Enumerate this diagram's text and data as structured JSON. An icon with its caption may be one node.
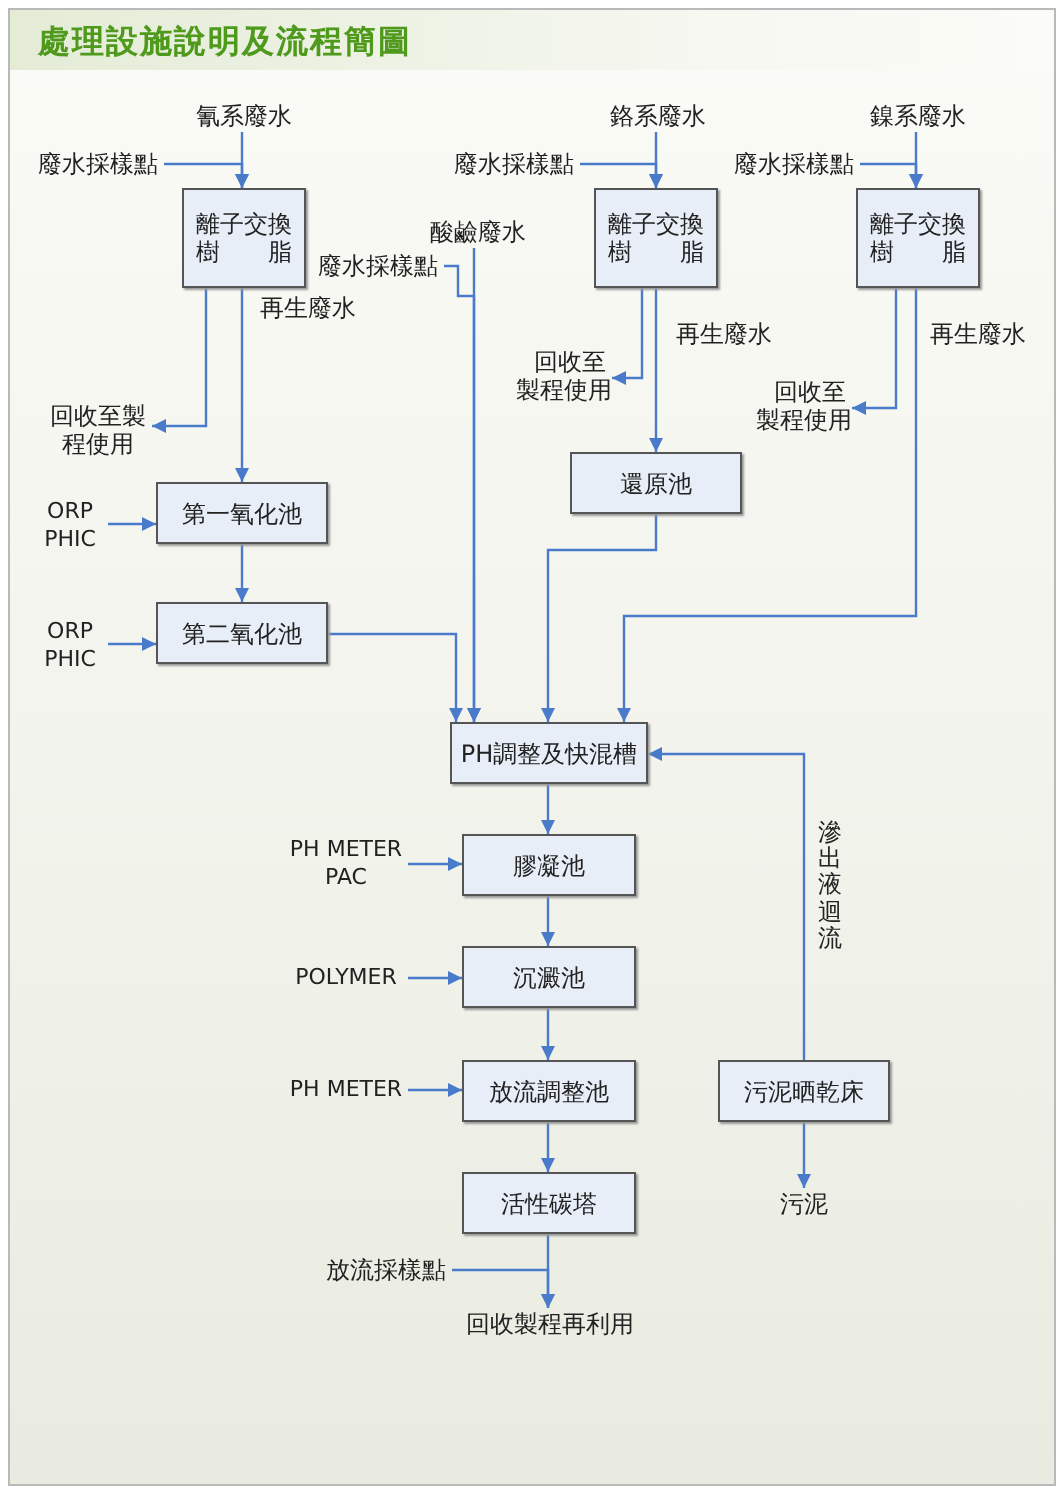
{
  "diagram": {
    "title": "處理設施說明及流程簡圖",
    "nodes": [
      {
        "text": [
          "氰系廢水"
        ]
      },
      {
        "text": [
          "廢水採樣點"
        ]
      },
      {
        "text": [
          "離子交換樹脂"
        ]
      },
      {
        "text": [
          "回收至製程使用"
        ]
      },
      {
        "text": [
          "第一氧化池"
        ]
      },
      {
        "text": [
          "ORP PHIC"
        ]
      },
      {
        "text": [
          "第二氧化池"
        ]
      },
      {
        "text": [
          "ORP PHIC"
        ]
      },
      {
        "text": [
          "酸鹼廢水"
        ]
      },
      {
        "text": [
          "廢水採樣點"
        ]
      },
      {
        "text": [
          "鉻系廢水"
        ]
      },
      {
        "text": [
          "廢水採樣點"
        ]
      },
      {
        "text": [
          "離子交換樹脂"
        ]
      },
      {
        "text": [
          "回收至製程使用"
        ]
      },
      {
        "text": [
          "還原池"
        ]
      },
      {
        "text": [
          "鎳系廢水"
        ]
      },
      {
        "text": [
          "廢水採樣點"
        ]
      },
      {
        "text": [
          "離子交換樹脂"
        ]
      },
      {
        "text": [
          "回收至製程使用"
        ]
      },
      {
        "text": [
          "PH調整及快混槽"
        ]
      },
      {
        "text": [
          "PH METER PAC"
        ]
      },
      {
        "text": [
          "膠凝池"
        ]
      },
      {
        "text": [
          "POLYMER"
        ]
      },
      {
        "text": [
          "沉澱池"
        ]
      },
      {
        "text": [
          "PH METER"
        ]
      },
      {
        "text": [
          "放流調整池"
        ]
      },
      {
        "text": [
          "活性碳塔"
        ]
      },
      {
        "text": [
          "放流採樣點"
        ]
      },
      {
        "text": [
          "回收製程再利用"
        ]
      },
      {
        "text": [
          "污泥晒乾床"
        ]
      },
      {
        "text": [
          "污泥"
        ]
      }
    ],
    "edges": [
      {
        "from": 0,
        "to": 2,
        "arrow": "to"
      },
      {
        "from": 1,
        "to": 2,
        "arrow": "to"
      },
      {
        "from": 2,
        "to": 3,
        "arrow": "to"
      },
      {
        "from": 2,
        "to": 4,
        "arrow": "to",
        "label": "再生廢水"
      },
      {
        "from": 5,
        "to": 4,
        "arrow": "to"
      },
      {
        "from": 4,
        "to": 6,
        "arrow": "to"
      },
      {
        "from": 7,
        "to": 6,
        "arrow": "to"
      },
      {
        "from": 6,
        "to": 19,
        "arrow": "to"
      },
      {
        "from": 8,
        "to": 19,
        "arrow": "to"
      },
      {
        "from": 9,
        "to": 19,
        "arrow": "to"
      },
      {
        "from": 10,
        "to": 12,
        "arrow": "to"
      },
      {
        "from": 11,
        "to": 12,
        "arrow": "to"
      },
      {
        "from": 12,
        "to": 13,
        "arrow": "to"
      },
      {
        "from": 12,
        "to": 14,
        "arrow": "to",
        "label": "再生廢水"
      },
      {
        "from": 14,
        "to": 19,
        "arrow": "to"
      },
      {
        "from": 15,
        "to": 17,
        "arrow": "to"
      },
      {
        "from": 16,
        "to": 17,
        "arrow": "to"
      },
      {
        "from": 17,
        "to": 18,
        "arrow": "to"
      },
      {
        "from": 17,
        "to": 19,
        "arrow": "to",
        "label": "再生廢水"
      },
      {
        "from": 19,
        "to": 21,
        "arrow": "to"
      },
      {
        "from": 20,
        "to": 21,
        "arrow": "to"
      },
      {
        "from": 21,
        "to": 23,
        "arrow": "to"
      },
      {
        "from": 22,
        "to": 23,
        "arrow": "to"
      },
      {
        "from": 23,
        "to": 25,
        "arrow": "to"
      },
      {
        "from": 24,
        "to": 25,
        "arrow": "to"
      },
      {
        "from": 25,
        "to": 26,
        "arrow": "to"
      },
      {
        "from": 26,
        "to": 28,
        "arrow": "to"
      },
      {
        "from": 27,
        "to": 28,
        "arrow": "to"
      },
      {
        "from": 29,
        "to": 30,
        "arrow": "to"
      },
      {
        "from": 29,
        "to": 19,
        "arrow": "to",
        "label": "滲出液迴流"
      }
    ]
  }
}
